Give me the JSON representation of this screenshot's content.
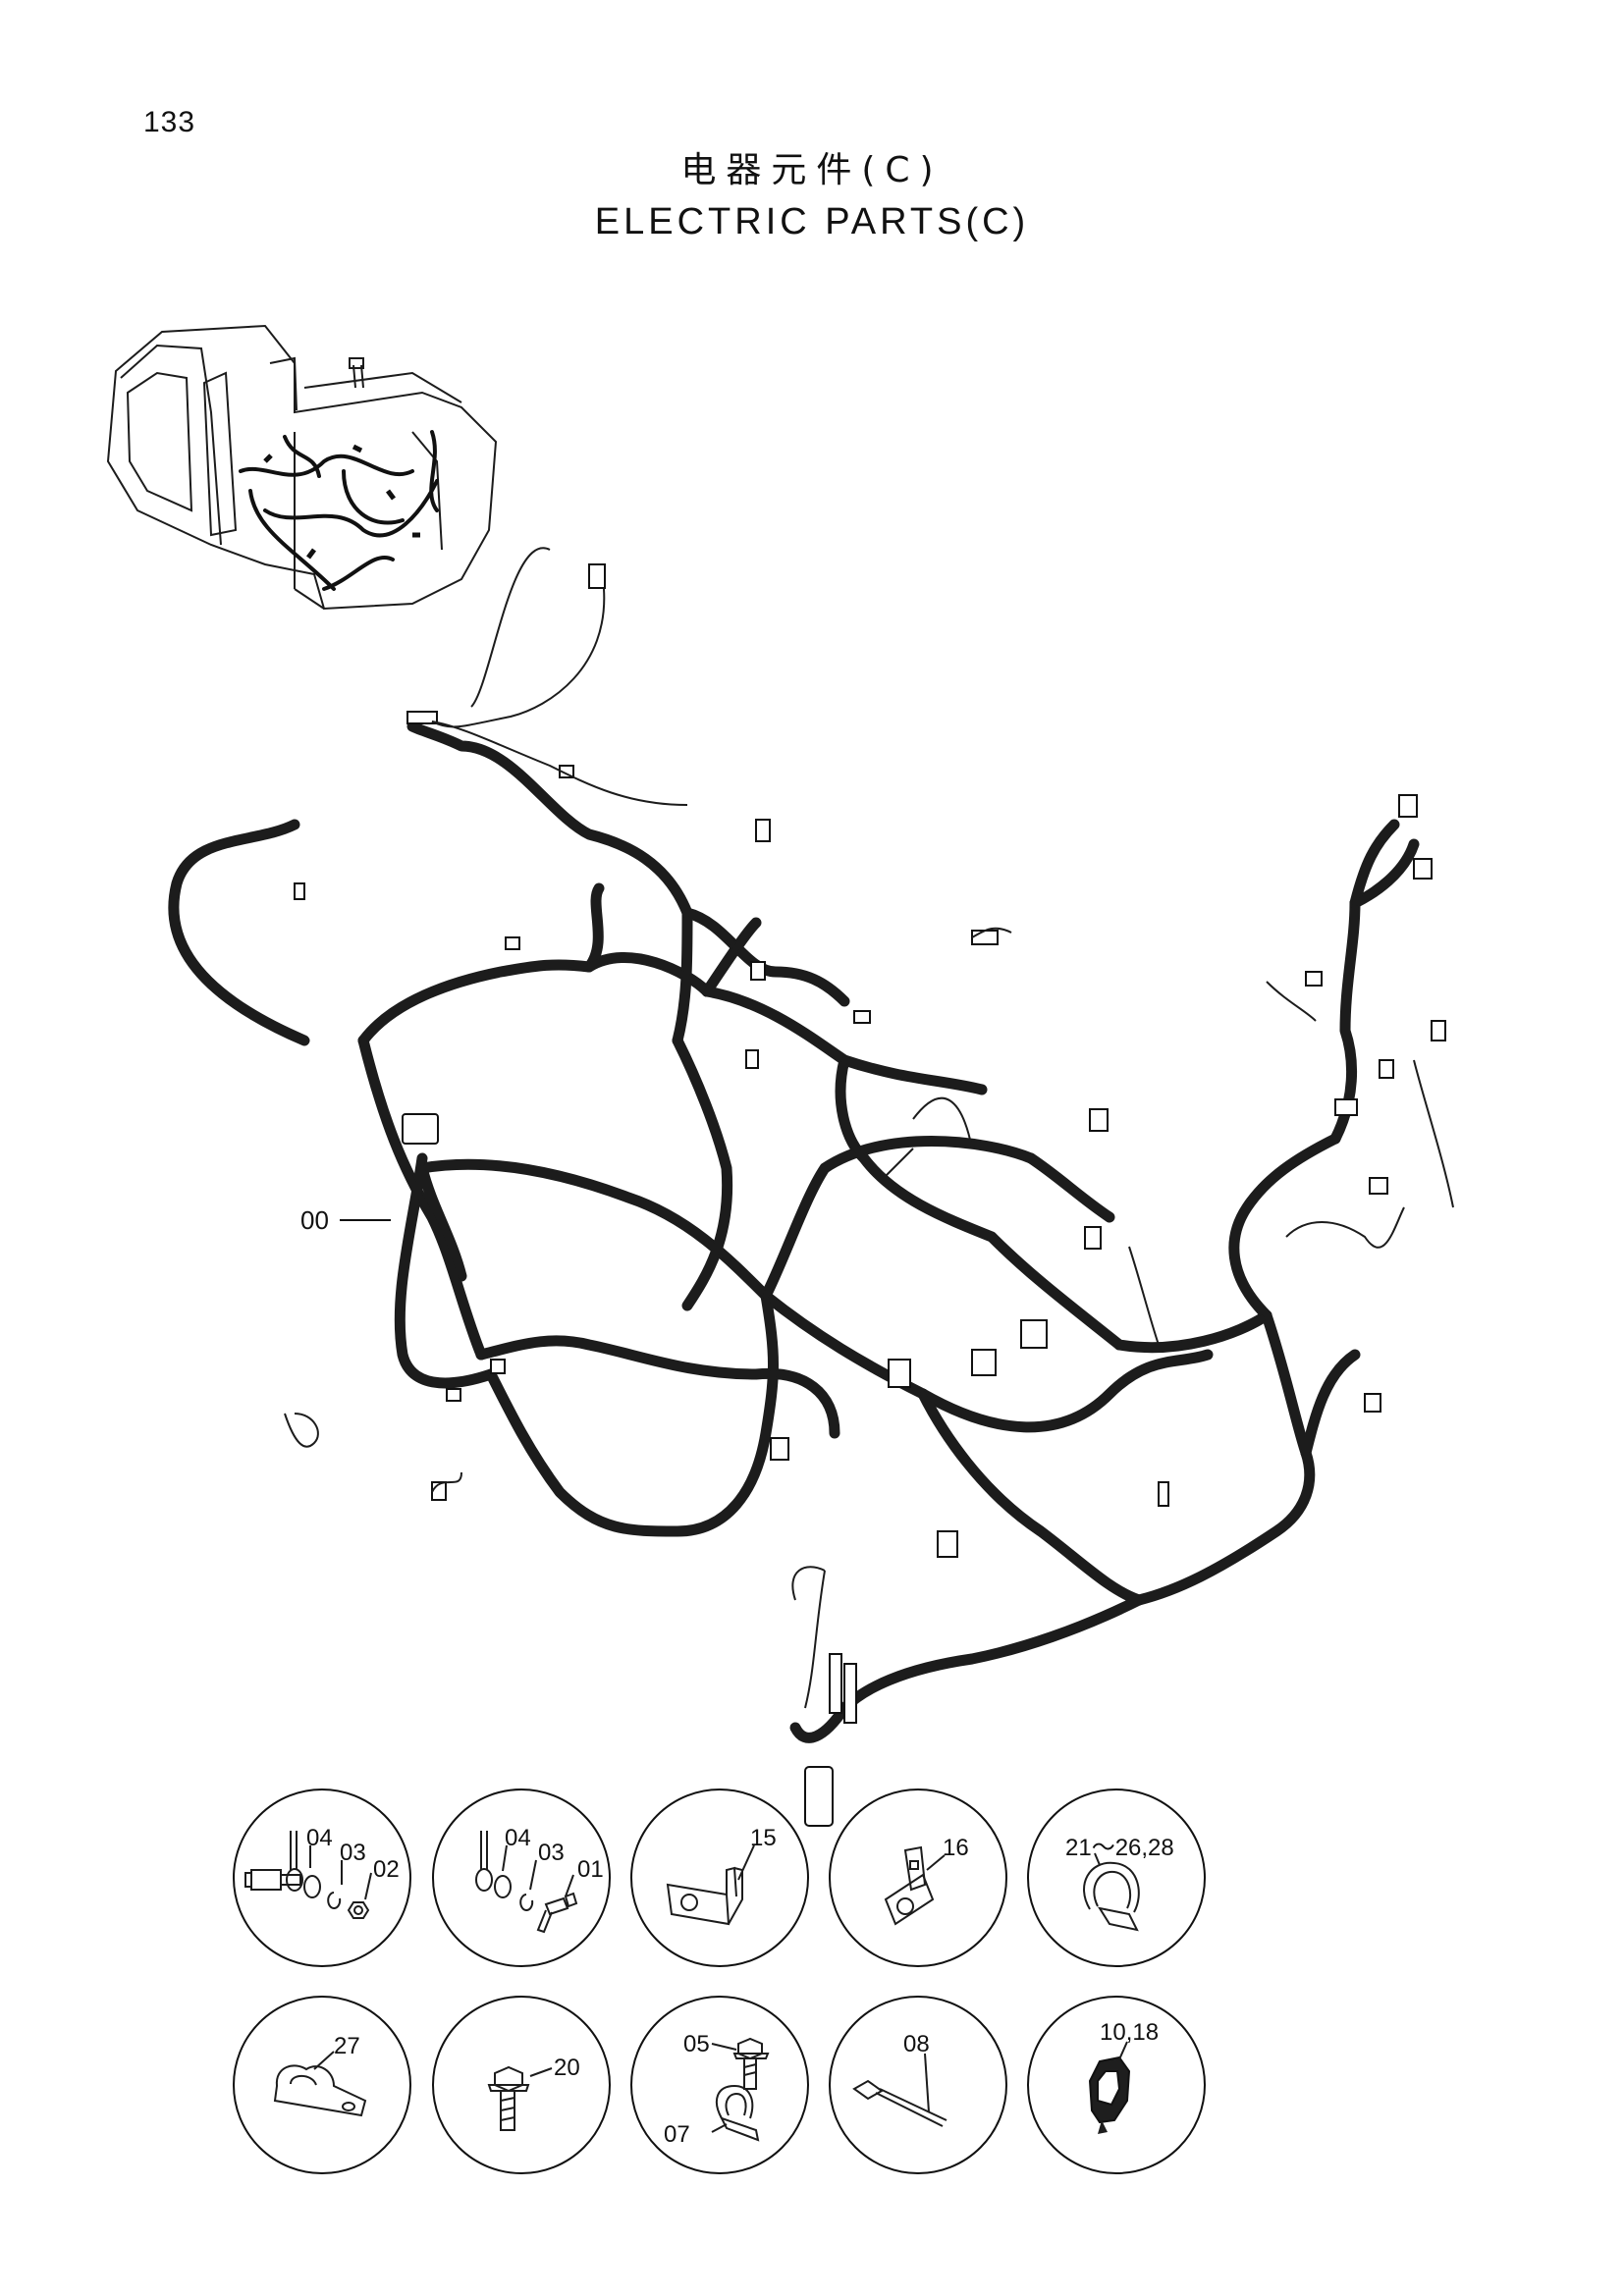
{
  "page": {
    "page_number": "133",
    "title_cn": "电器元件(C)",
    "title_en": "ELECTRIC PARTS(C)"
  },
  "main_assembly": {
    "callout": "00"
  },
  "detail_circles": [
    {
      "id": "detail-ground-bolt-nut",
      "callouts": [
        "04",
        "03",
        "02"
      ]
    },
    {
      "id": "detail-ground-bolt",
      "callouts": [
        "04",
        "03",
        "01"
      ]
    },
    {
      "id": "detail-bracket-15",
      "callouts": [
        "15"
      ]
    },
    {
      "id": "detail-bracket-16",
      "callouts": [
        "16"
      ]
    },
    {
      "id": "detail-clamp-21-28",
      "callouts": [
        "21～26,28"
      ]
    },
    {
      "id": "detail-clamp-27",
      "callouts": [
        "27"
      ]
    },
    {
      "id": "detail-bolt-20",
      "callouts": [
        "20"
      ]
    },
    {
      "id": "detail-clamp-05-07",
      "callouts": [
        "05",
        "07"
      ]
    },
    {
      "id": "detail-tie-08",
      "callouts": [
        "08"
      ]
    },
    {
      "id": "detail-clip-10-18",
      "callouts": [
        "10,18"
      ]
    }
  ]
}
